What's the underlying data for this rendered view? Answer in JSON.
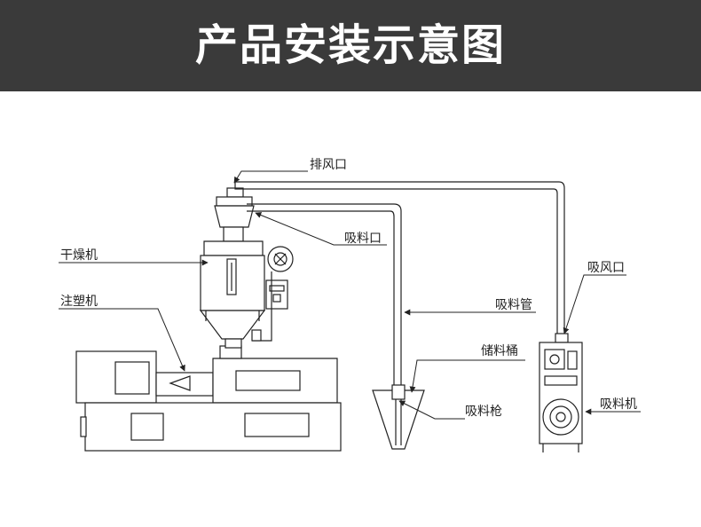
{
  "header": {
    "title": "产品安装示意图"
  },
  "labels": {
    "exhaust_port": "排风口",
    "suction_inlet": "吸料口",
    "dryer": "干燥机",
    "molding_machine": "注塑机",
    "air_intake": "吸风口",
    "suction_pipe": "吸料管",
    "storage_bin": "储料桶",
    "suction_lance": "吸料枪",
    "loader": "吸料机"
  },
  "colors": {
    "banner": "#3a3a3a",
    "line": "#222222",
    "fill": "#ffffff"
  }
}
